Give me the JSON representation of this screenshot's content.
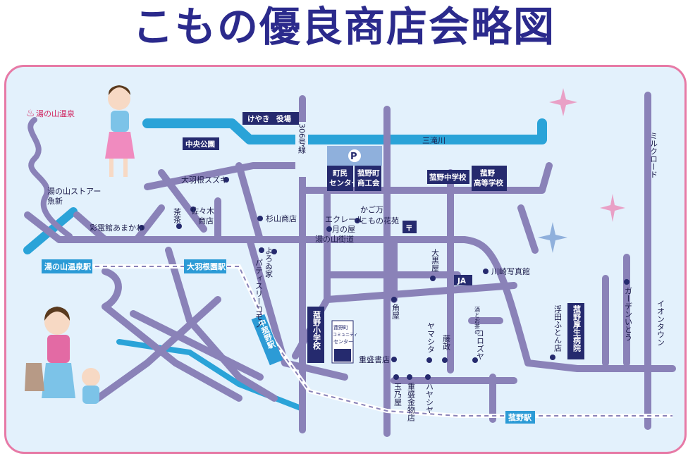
{
  "title": "こもの優良商店会略図",
  "colors": {
    "road": "#8a82b8",
    "river": "#2aa3d8",
    "facility": "#252a6e",
    "station": "#2c9bd6",
    "frame": "#e77aa6",
    "background": "#e3f1fc"
  },
  "roads": {
    "route306": "306号線",
    "yunoyama_kaido": "湯の山街道",
    "milk_road": "ミルクロード",
    "river": "三滝川"
  },
  "facilities": {
    "keyaki": "けやき",
    "yakuba": "役場",
    "chuo_koen": "中央公園",
    "chomin_center": [
      "町民",
      "センター"
    ],
    "shokokai": [
      "菰野町",
      "商工会"
    ],
    "parking": "P",
    "chugakko": "菰野中学校",
    "koto_gakko": [
      "菰野",
      "高等学校"
    ],
    "shogakko": "菰野小学校",
    "community_center": [
      "菰野町",
      "コミュニティ",
      "センター"
    ],
    "kosei_byoin": "菰野厚生病院",
    "post": "〒",
    "ja": "JA"
  },
  "stations": {
    "yunoyama_onsen": "湯の山温泉駅",
    "oobane": "大羽根園駅",
    "nakakomono": "中菰野駅",
    "komono": "菰野駅"
  },
  "places": {
    "onsen": "湯の山温泉",
    "yunoyama_store": "湯の山ストアー",
    "uoshin": "魚新",
    "saidenkan": "彩電館あまかわ",
    "suzuki": "大羽根スズキ",
    "chacha": "茶茶",
    "sasaki": "佐々木",
    "sasaki2": "商店",
    "sugiyama": "杉山商店",
    "ekureru": "エクレール",
    "tsukinoya": "月の屋",
    "kagoman": "かご万",
    "komono_kaen": "こもの花苑",
    "yoroduya": "よろゐ家",
    "patisserie": "パティスリーコモノ",
    "oguroya": "大黒屋",
    "kawasaki": "川崎写真館",
    "kadoya": "角屋",
    "yamashita": "ヤマシタ",
    "fujimasa": "藤政",
    "korozuya_pre": "酒とお茶の",
    "korozuya": "コロズヤ",
    "ukita": "浮田ふとん店",
    "garden": "ガーデンいとう",
    "aeon": "イオンタウン",
    "shigemori_shoten": "重盛書店",
    "tamanoya": "玉乃屋",
    "shigemori_kanamono": "重盛金物店",
    "hayashiya": "ハヤシヤ"
  }
}
